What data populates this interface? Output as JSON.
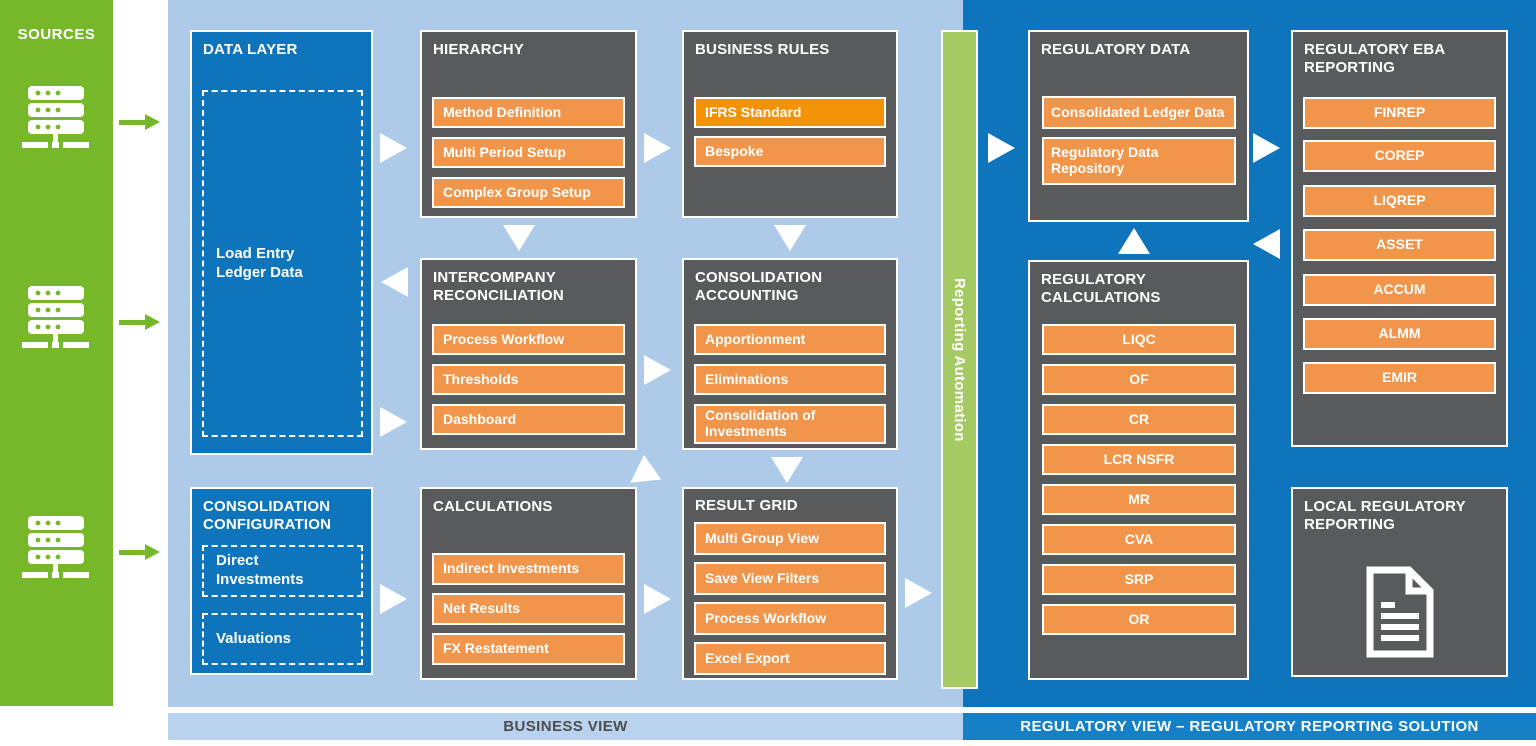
{
  "sources": {
    "title": "SOURCES",
    "icon": "server-icon",
    "server_count": 3
  },
  "reporting_automation": {
    "label": "Reporting Automation"
  },
  "business": {
    "data_layer": {
      "title": "DATA LAYER",
      "item": "Load Entry Ledger Data"
    },
    "hierarchy": {
      "title": "HIERARCHY",
      "items": [
        "Method Definition",
        "Multi Period Setup",
        "Complex Group Setup"
      ]
    },
    "business_rules": {
      "title": "BUSINESS RULES",
      "items": [
        "IFRS Standard",
        "Bespoke"
      ]
    },
    "intercompany": {
      "title": "INTERCOMPANY RECONCILIATION",
      "items": [
        "Process Workflow",
        "Thresholds",
        "Dashboard"
      ]
    },
    "consolidation_accounting": {
      "title": "CONSOLIDATION ACCOUNTING",
      "items": [
        "Apportionment",
        "Eliminations",
        "Consolidation of Investments"
      ]
    },
    "consolidation_configuration": {
      "title": "CONSOLIDATION CONFIGURATION",
      "items": [
        "Direct Investments",
        "Valuations"
      ]
    },
    "calculations": {
      "title": "CALCULATIONS",
      "items": [
        "Indirect Investments",
        "Net Results",
        "FX Restatement"
      ]
    },
    "result_grid": {
      "title": "RESULT GRID",
      "items": [
        "Multi Group View",
        "Save View Filters",
        "Process Workflow",
        "Excel Export"
      ]
    }
  },
  "regulatory": {
    "regulatory_data": {
      "title": "REGULATORY DATA",
      "items": [
        "Consolidated Ledger Data",
        "Regulatory Data Repository"
      ]
    },
    "regulatory_calculations": {
      "title": "REGULATORY CALCULATIONS",
      "items": [
        "LIQC",
        "OF",
        "CR",
        "LCR NSFR",
        "MR",
        "CVA",
        "SRP",
        "OR"
      ]
    },
    "eba_reporting": {
      "title": "REGULATORY EBA REPORTING",
      "items": [
        "FINREP",
        "COREP",
        "LIQREP",
        "ASSET",
        "ACCUM",
        "ALMM",
        "EMIR"
      ]
    },
    "local_reporting": {
      "title": "LOCAL REGULATORY REPORTING",
      "icon": "document-icon"
    }
  },
  "footer": {
    "business": "BUSINESS VIEW",
    "regulatory": "REGULATORY VIEW – REGULATORY REPORTING SOLUTION"
  },
  "colors": {
    "source_green": "#76B82A",
    "automation_green": "#A5C963",
    "business_bg": "#ADCBE9",
    "regulatory_bg": "#0E75BC",
    "box_gray": "#595A5C",
    "box_blue": "#0E75BC",
    "button_orange": "#F0954A",
    "button_orange_accent": "#F29204",
    "footer_business_bg": "#B9D2ED",
    "footer_regulatory_bg": "#1580C5"
  }
}
